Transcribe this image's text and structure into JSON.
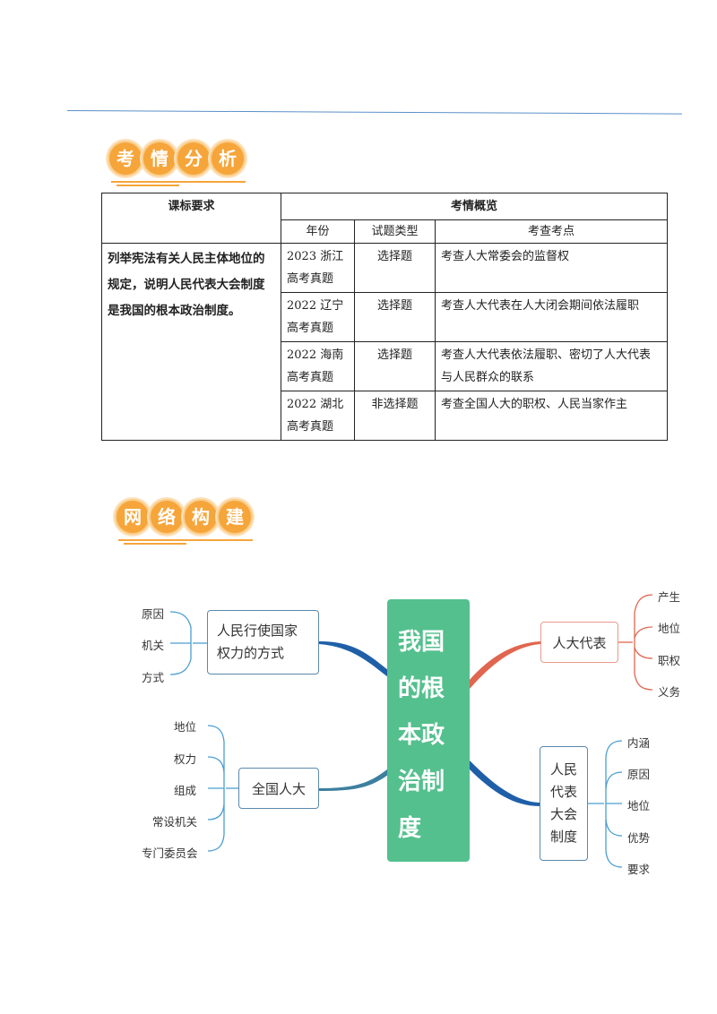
{
  "sections": {
    "analysis": {
      "chars": [
        "考",
        "情",
        "分",
        "析"
      ]
    },
    "network": {
      "chars": [
        "网",
        "络",
        "构",
        "建"
      ]
    }
  },
  "table": {
    "header_req": "课标要求",
    "header_overview": "考情概览",
    "sub_headers": [
      "年份",
      "试题类型",
      "考查考点"
    ],
    "requirement": "列举宪法有关人民主体地位的规定，说明人民代表大会制度是我国的根本政治制度。",
    "rows": [
      {
        "year": "2023 浙江高考真题",
        "type": "选择题",
        "point": "考查人大常委会的监督权"
      },
      {
        "year": "2022 辽宁高考真题",
        "type": "选择题",
        "point": "考查人大代表在人大闭会期间依法履职"
      },
      {
        "year": "2022 海南高考真题",
        "type": "选择题",
        "point": "考查人大代表依法履职、密切了人大代表与人民群众的联系"
      },
      {
        "year": "2022 湖北高考真题",
        "type": "非选择题",
        "point": "考查全国人大的职权、人民当家作主"
      }
    ]
  },
  "mindmap": {
    "center": "我国的根本政治制度",
    "branches": {
      "way": {
        "label": "人民行使国家权力的方式",
        "leaves": [
          "原因",
          "机关",
          "方式"
        ]
      },
      "npc": {
        "label": "全国人大",
        "leaves": [
          "地位",
          "权力",
          "组成",
          "常设机关",
          "专门委员会"
        ]
      },
      "deputy": {
        "label": "人大代表",
        "leaves": [
          "产生",
          "地位",
          "职权",
          "义务"
        ]
      },
      "system": {
        "label": "人民代表大会制度",
        "leaves": [
          "内涵",
          "原因",
          "地位",
          "优势",
          "要求"
        ]
      }
    },
    "colors": {
      "center": "#54c08e",
      "blue_branch": "#1f5fa8",
      "teal_branch": "#3d7f9e",
      "red_branch": "#e06650",
      "bracket_blue": "#4a9fd0",
      "bracket_red": "#e06650"
    }
  }
}
